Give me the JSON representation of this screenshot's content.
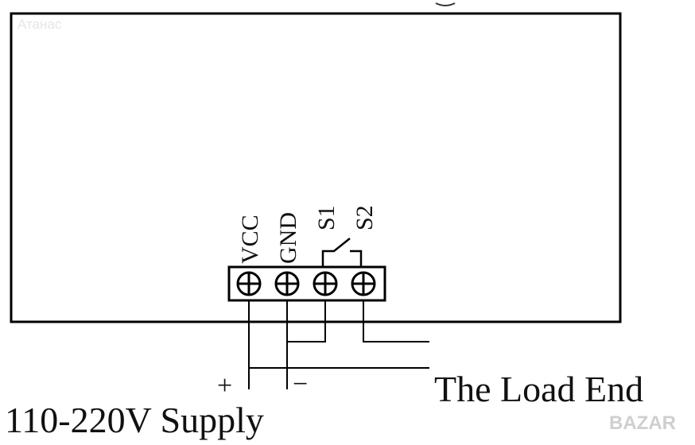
{
  "watermark_top": "Атанас",
  "watermark_brand": "BAZAR",
  "terminals": [
    {
      "label": "VCC"
    },
    {
      "label": "GND"
    },
    {
      "label": "S1"
    },
    {
      "label": "S2"
    }
  ],
  "plus_sign": "+",
  "minus_sign": "−",
  "load_label": "The Load End",
  "supply_label": "110-220V Supply"
}
